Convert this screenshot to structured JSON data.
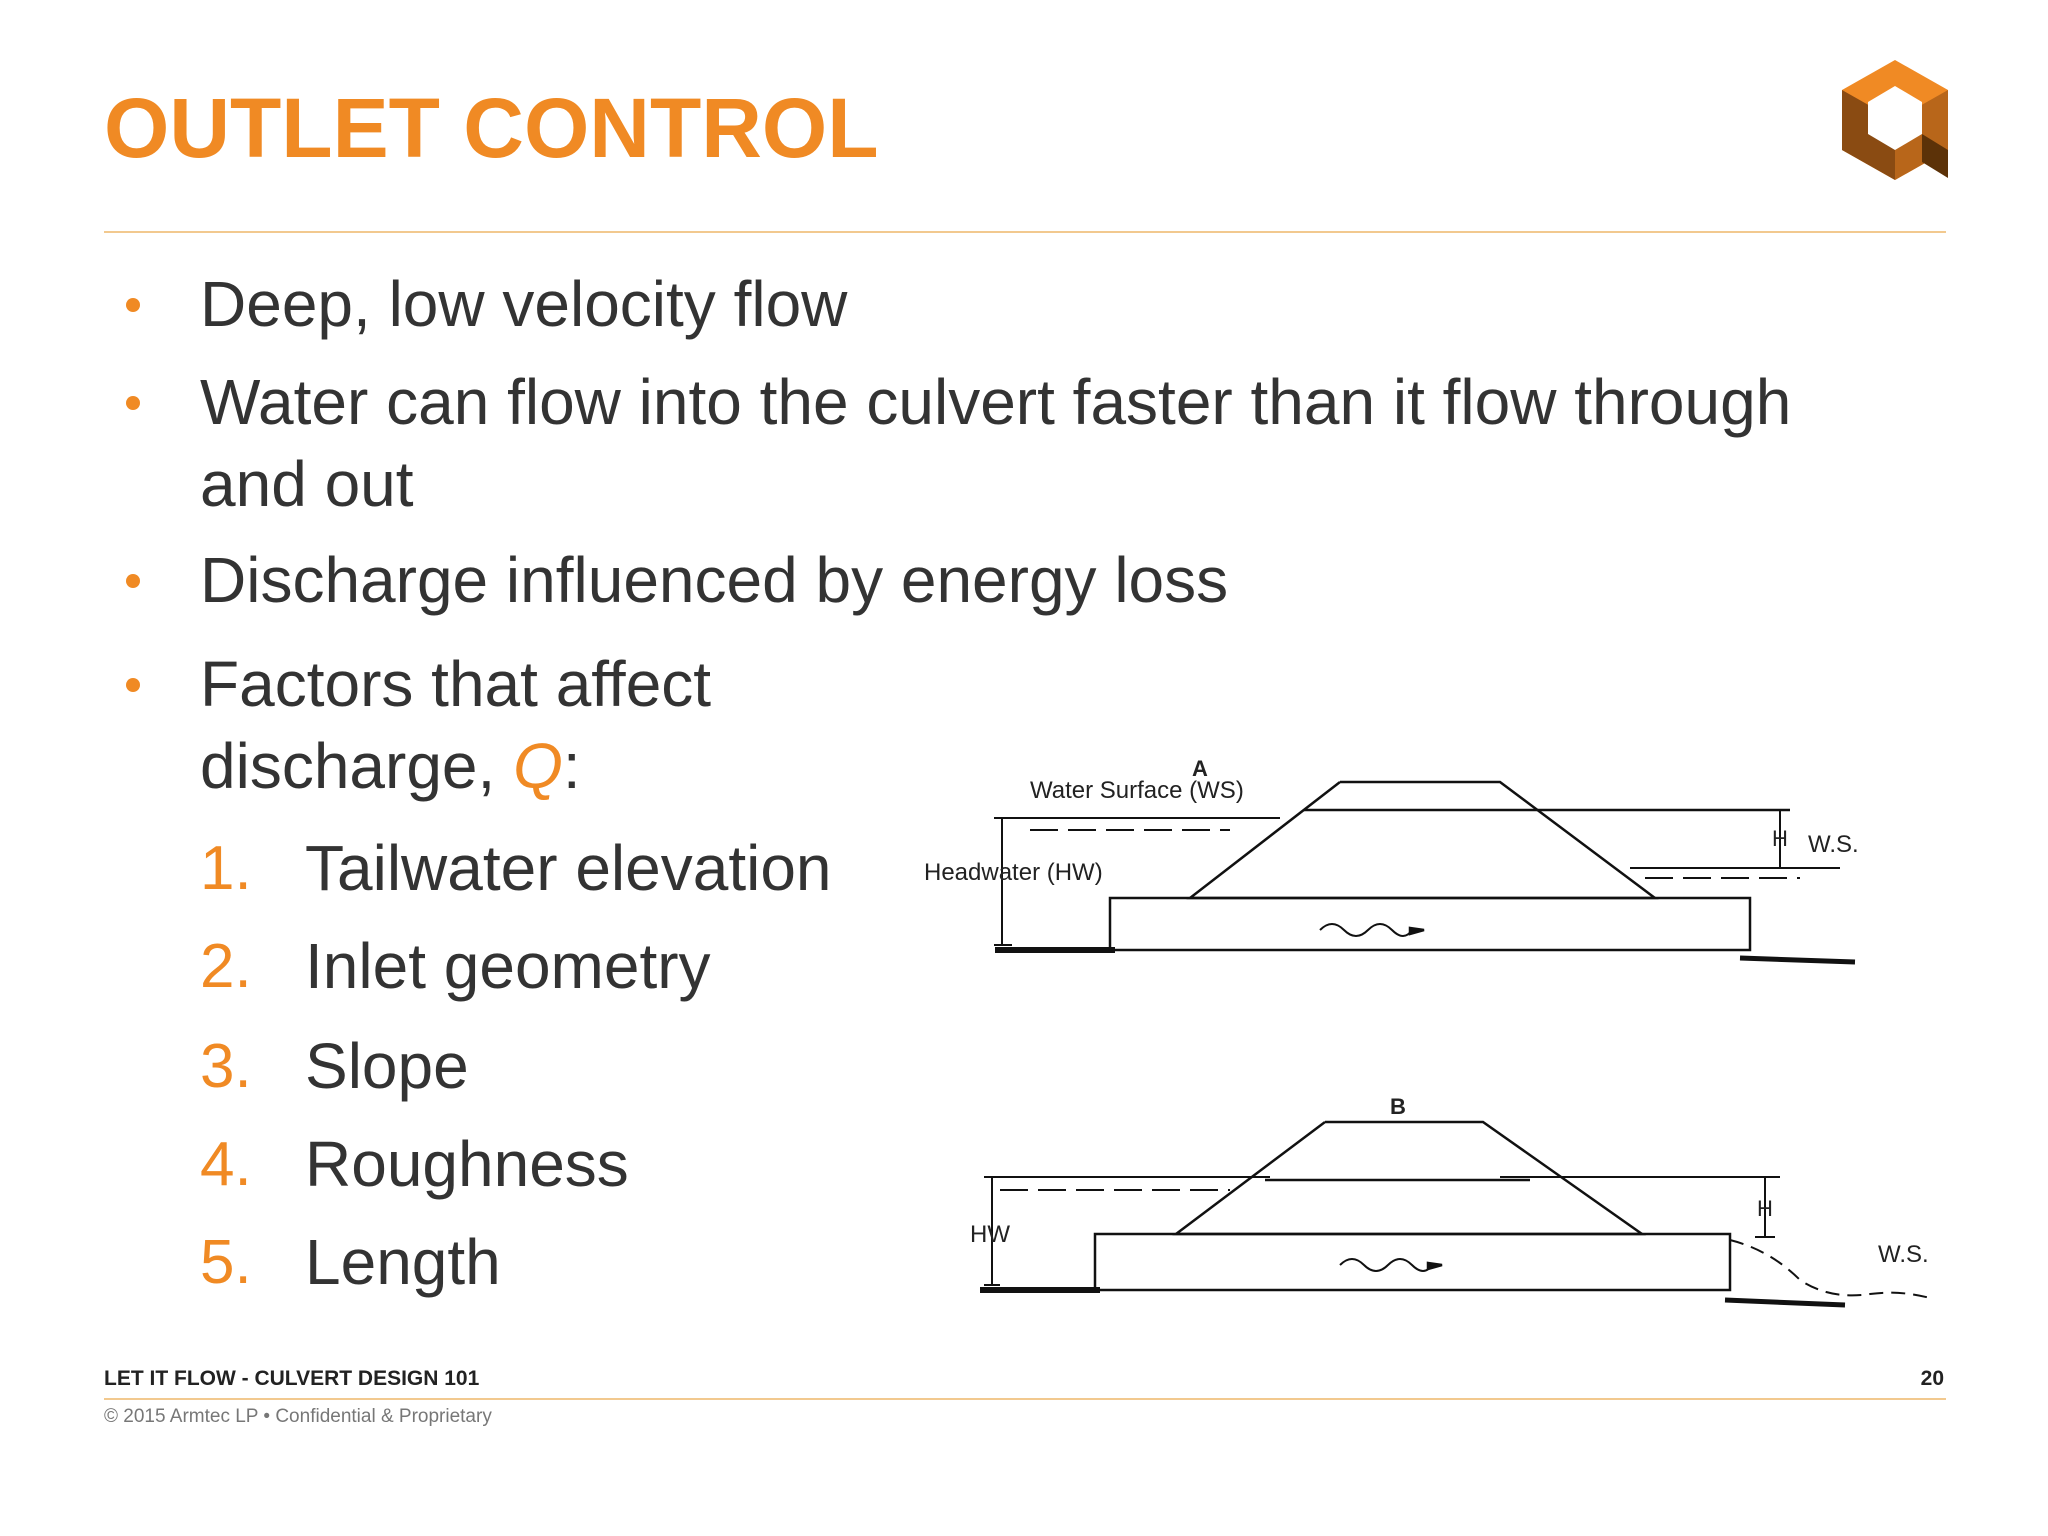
{
  "title": "OUTLET CONTROL",
  "bullets": [
    "Deep, low velocity flow",
    "Water can flow into the culvert faster than it flow through",
    "and out",
    "Discharge influenced by energy loss",
    "Factors that affect",
    "discharge, ",
    "Q",
    ":"
  ],
  "factors": [
    {
      "num": "1.",
      "label": "Tailwater elevation"
    },
    {
      "num": "2.",
      "label": "Inlet geometry"
    },
    {
      "num": "3.",
      "label": "Slope"
    },
    {
      "num": "4.",
      "label": "Roughness"
    },
    {
      "num": "5.",
      "label": "Length"
    }
  ],
  "diagram": {
    "a": {
      "tag": "A",
      "ws_label": "Water Surface (WS)",
      "hw_label": "Headwater (HW)",
      "h_label": "H",
      "tw_label": "W.S."
    },
    "b": {
      "tag": "B",
      "hw_label": "HW",
      "h_label": "H",
      "tw_label": "W.S."
    }
  },
  "footer": {
    "course": "LET IT FLOW - CULVERT DESIGN 101",
    "page": "20",
    "copyright": "© 2015 Armtec LP •  Confidential & Proprietary"
  },
  "colors": {
    "accent": "#f08a24",
    "text": "#333333",
    "rule": "#f2c98f"
  }
}
